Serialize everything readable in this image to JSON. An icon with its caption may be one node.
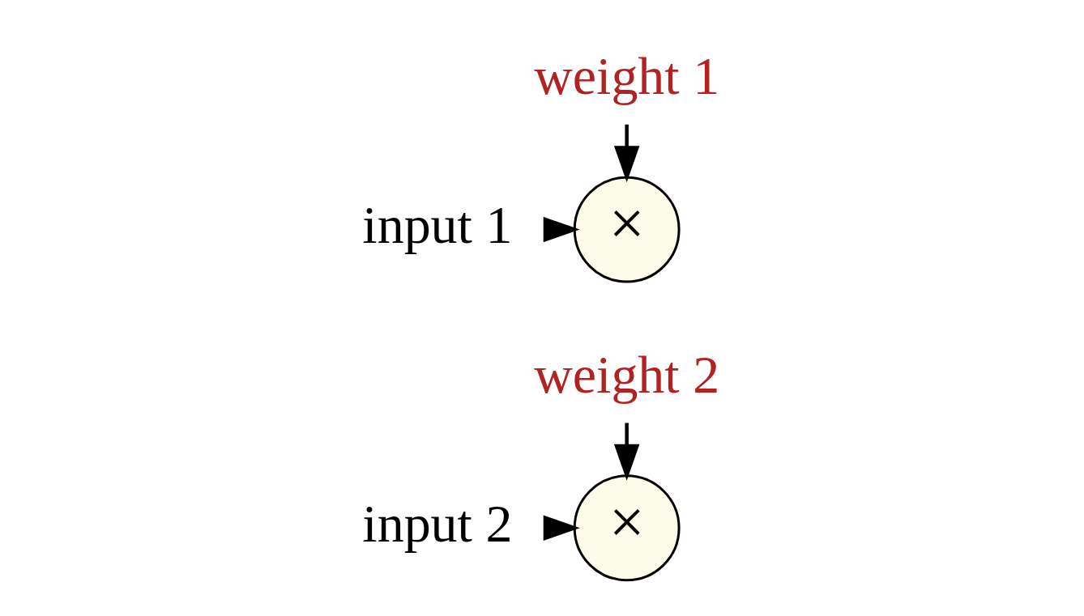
{
  "diagram": {
    "nodes": [
      {
        "text": [
          "weight 1"
        ]
      },
      {
        "text": [
          "input 1"
        ]
      },
      {
        "text": [
          "×"
        ]
      },
      {
        "text": [
          "weight 2"
        ]
      },
      {
        "text": [
          "input 2"
        ]
      },
      {
        "text": [
          "×"
        ]
      }
    ],
    "edges": [
      {
        "from": 0,
        "to": 2,
        "arrow": "to"
      },
      {
        "from": 1,
        "to": 2,
        "arrow": "to"
      },
      {
        "from": 3,
        "to": 5,
        "arrow": "to"
      },
      {
        "from": 4,
        "to": 5,
        "arrow": "to"
      }
    ]
  }
}
